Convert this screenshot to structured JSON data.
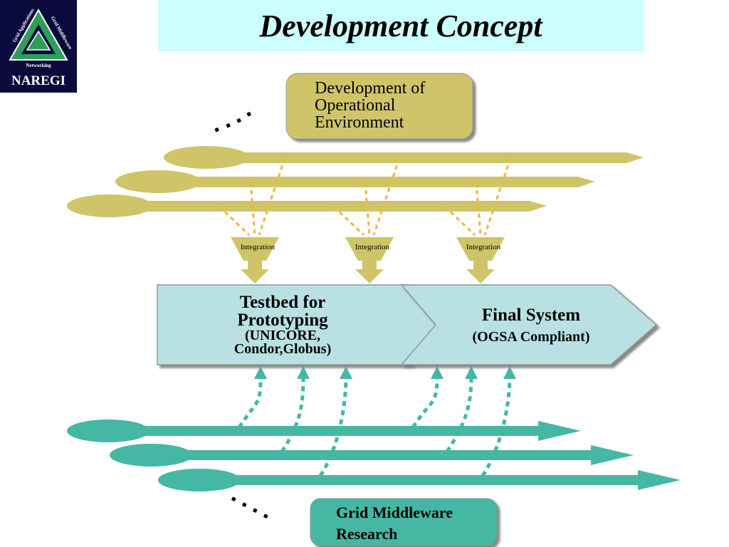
{
  "title": "Development Concept",
  "logo": {
    "top_text_left": "Grid Applications",
    "top_text_right": "Grid Middleware",
    "bottom_text": "Networking",
    "brand": "NAREGI"
  },
  "top_box": {
    "lines": [
      "Development of",
      "Operational",
      "Environment"
    ]
  },
  "integration_label": "Integration",
  "integration_count": 3,
  "testbed": {
    "title_lines": [
      "Testbed for",
      "Prototyping"
    ],
    "sub_lines": [
      "(UNICORE,",
      "Condor,Globus)"
    ]
  },
  "final_system": {
    "title": "Final System",
    "sub": "(OGSA Compliant)"
  },
  "bottom_box": {
    "lines": [
      "Grid Middleware",
      "Research"
    ]
  },
  "colors": {
    "olive": "#cfc568",
    "teal": "#44b8a4",
    "light_blue": "#b9e1e4",
    "dashed_orange": "#e8b84a",
    "title_bg": "#ccffff",
    "logo_bg": "#0a0a3c"
  }
}
